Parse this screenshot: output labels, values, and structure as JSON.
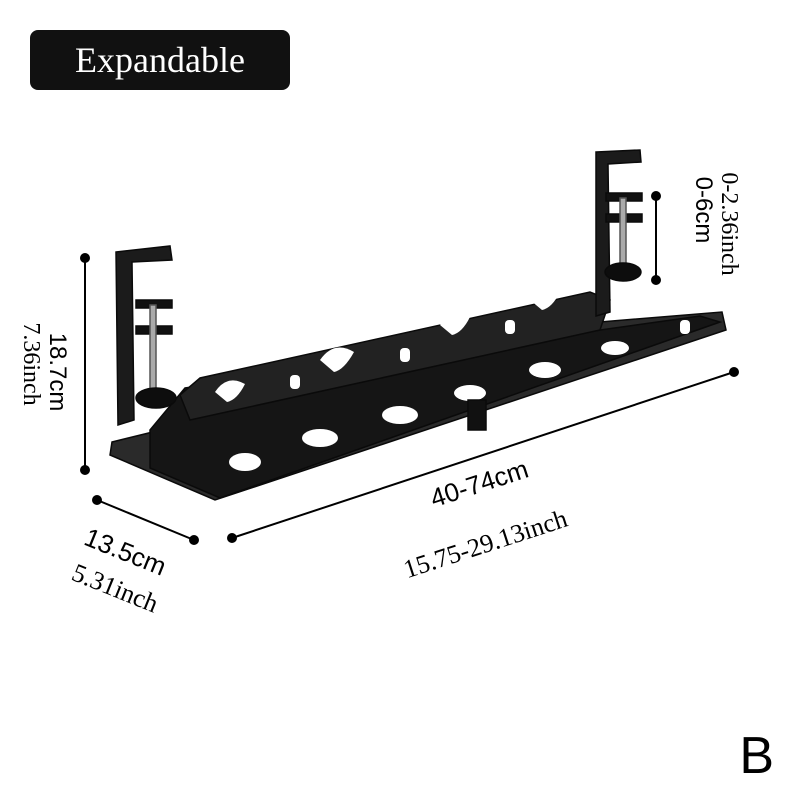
{
  "badge": {
    "label": "Expandable"
  },
  "variant": {
    "letter": "B"
  },
  "dimensions": {
    "height": {
      "cm": "18.7cm",
      "inch": "7.36inch"
    },
    "clamp": {
      "inch": "0-2.36inch",
      "cm": "0-6cm"
    },
    "length": {
      "cm": "40-74cm",
      "inch": "15.75-29.13inch"
    },
    "depth": {
      "cm": "13.5cm",
      "inch": "5.31inch"
    }
  },
  "product": {
    "icon": "cable-tray-icon",
    "color": "#1b1b1b",
    "accent": "#111111"
  }
}
